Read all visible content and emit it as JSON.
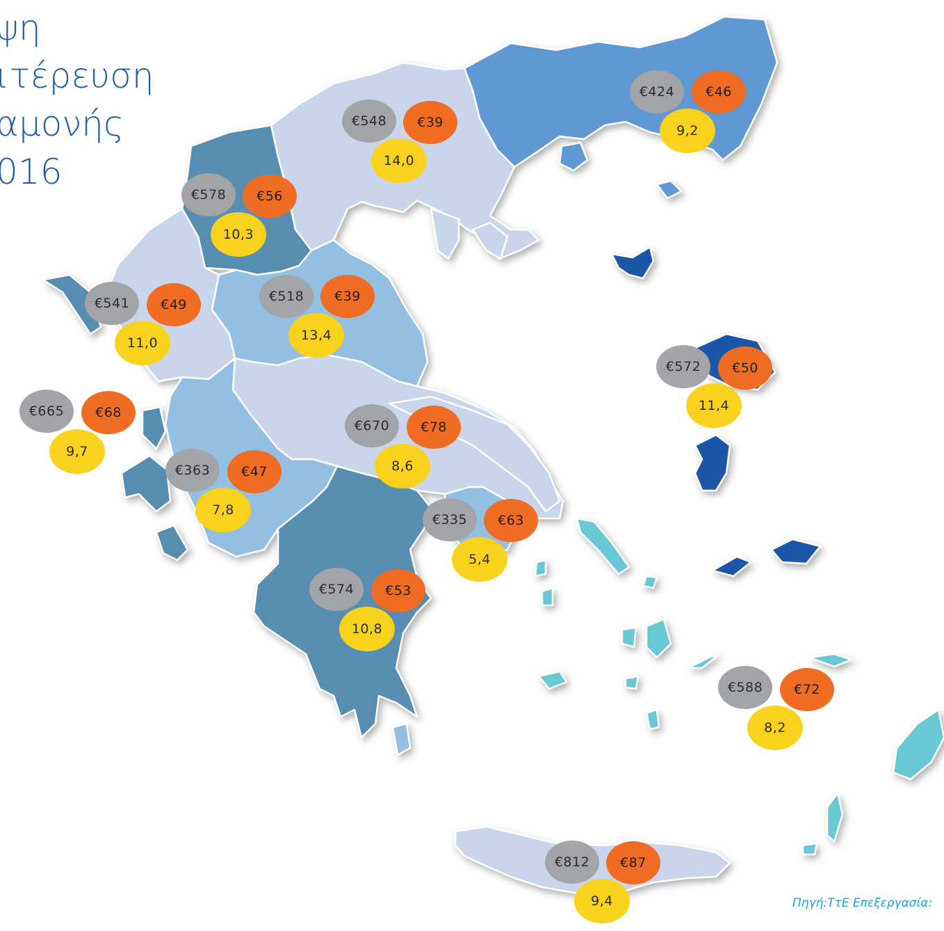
{
  "title": {
    "lines": [
      "ψη",
      "ιτέρευση",
      "αμονής",
      "016"
    ]
  },
  "colors": {
    "light": "#c9d5ea",
    "medium": "#93bfe3",
    "steel": "#578db1",
    "blue": "#5f98d2",
    "navy": "#1e56a8",
    "teal": "#67c8d4",
    "spend_badge": "#a2a4a8",
    "per_day_badge": "#f06c22",
    "stay_badge": "#f8d21c"
  },
  "regions": [
    {
      "spend": "€548",
      "per_day": "€39",
      "stay": "14,0"
    },
    {
      "spend": "€424",
      "per_day": "€46",
      "stay": "9,2"
    },
    {
      "spend": "€578",
      "per_day": "€56",
      "stay": "10,3"
    },
    {
      "spend": "€541",
      "per_day": "€49",
      "stay": "11,0"
    },
    {
      "spend": "€518",
      "per_day": "€39",
      "stay": "13,4"
    },
    {
      "spend": "€572",
      "per_day": "€50",
      "stay": "11,4"
    },
    {
      "spend": "€665",
      "per_day": "€68",
      "stay": "9,7"
    },
    {
      "spend": "€670",
      "per_day": "€78",
      "stay": "8,6"
    },
    {
      "spend": "€363",
      "per_day": "€47",
      "stay": "7,8"
    },
    {
      "spend": "€335",
      "per_day": "€63",
      "stay": "5,4"
    },
    {
      "spend": "€574",
      "per_day": "€53",
      "stay": "10,8"
    },
    {
      "spend": "€588",
      "per_day": "€72",
      "stay": "8,2"
    },
    {
      "spend": "€812",
      "per_day": "€87",
      "stay": "9,4"
    }
  ],
  "source": "Πηγή:ΤτΕ Επεξεργασία:"
}
